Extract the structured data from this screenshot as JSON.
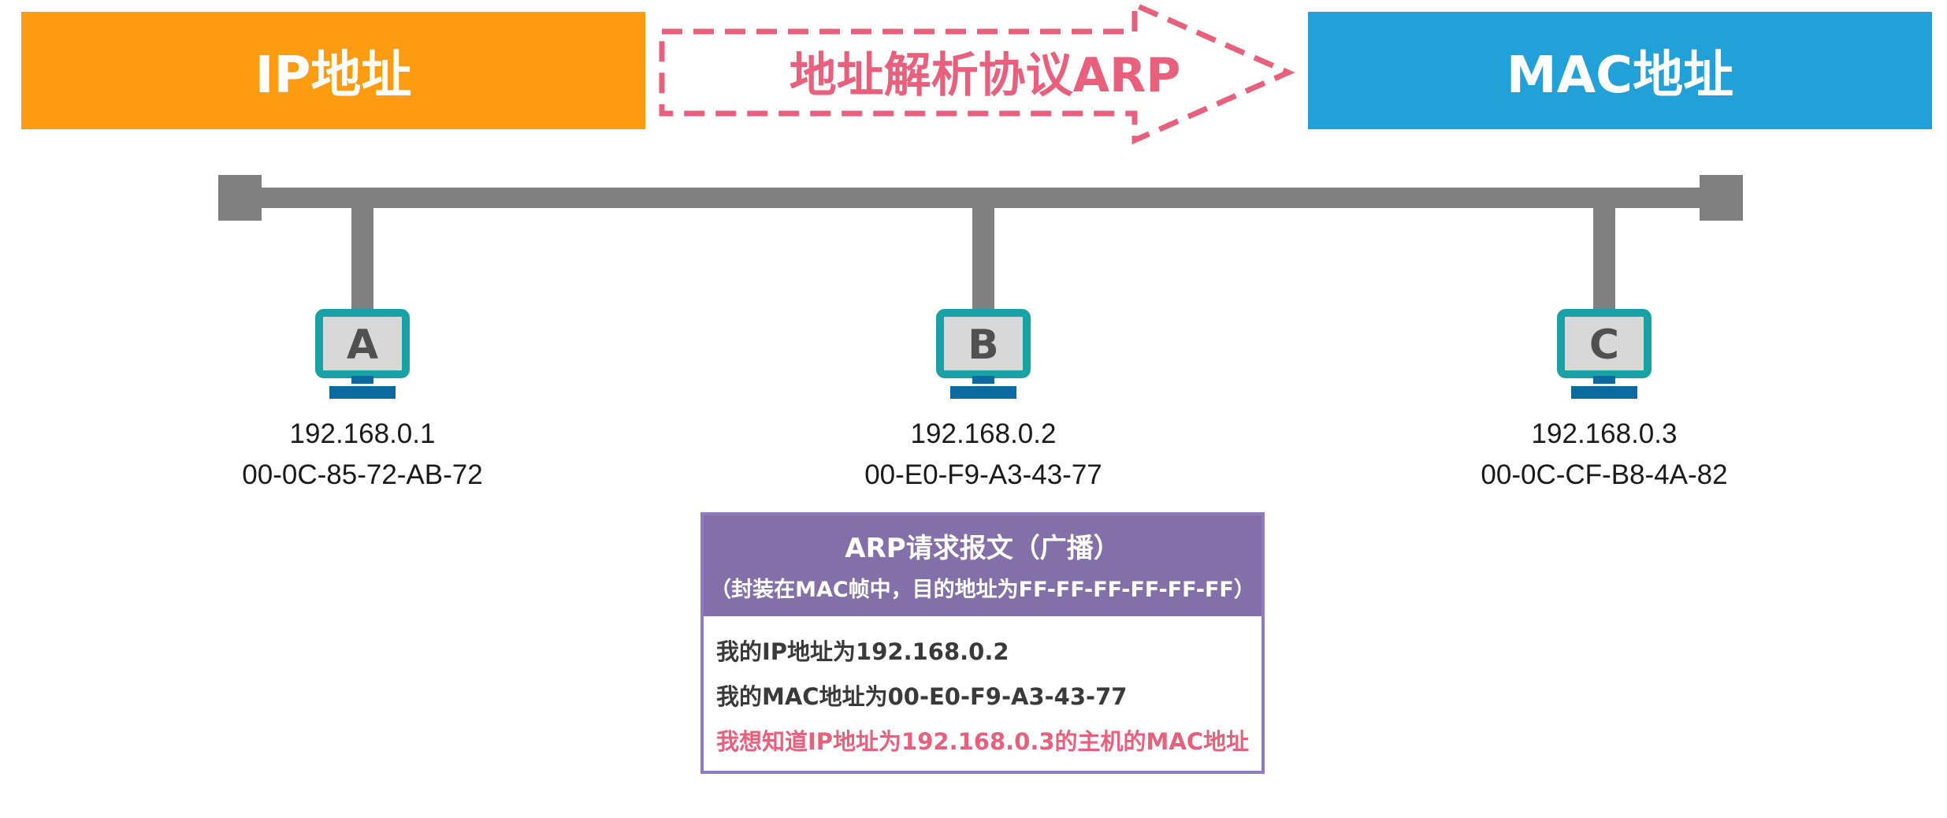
{
  "banner": {
    "ip_label": "IP地址",
    "arrow_label": "地址解析协议ARP",
    "mac_label": "MAC地址"
  },
  "colors": {
    "ip_box": "#ff9c12",
    "mac_box": "#22a0d8",
    "arrow_dash": "#e8607c",
    "bus": "#808080",
    "monitor_frame": "#19a2a6",
    "monitor_screen": "#d8d8d8",
    "monitor_stand": "#0c6aa0",
    "arp_header": "#8470a8"
  },
  "hosts": [
    {
      "letter": "A",
      "ip": "192.168.0.1",
      "mac": "00-0C-85-72-AB-72"
    },
    {
      "letter": "B",
      "ip": "192.168.0.2",
      "mac": "00-E0-F9-A3-43-77"
    },
    {
      "letter": "C",
      "ip": "192.168.0.3",
      "mac": "00-0C-CF-B8-4A-82"
    }
  ],
  "arp_packet": {
    "title": "ARP请求报文（广播）",
    "subtitle": "（封装在MAC帧中，目的地址为FF-FF-FF-FF-FF-FF）",
    "lines": [
      "我的IP地址为192.168.0.2",
      "我的MAC地址为00-E0-F9-A3-43-77",
      "我想知道IP地址为192.168.0.3的主机的MAC地址"
    ]
  }
}
